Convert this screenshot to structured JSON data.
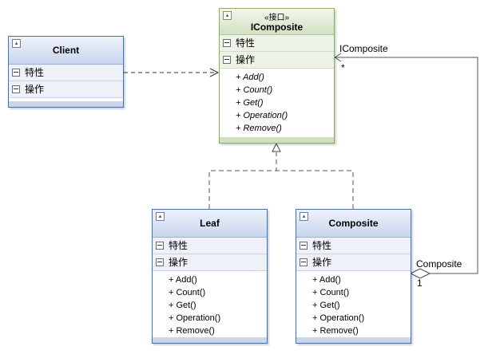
{
  "diagram": {
    "client": {
      "name": "Client",
      "sections": [
        "特性",
        "操作"
      ],
      "operations": []
    },
    "icomposite": {
      "stereotype": "«接口»",
      "name": "IComposite",
      "sections": [
        "特性",
        "操作"
      ],
      "operations": [
        "+ Add()",
        "+ Count()",
        "+ Get()",
        "+ Operation()",
        "+ Remove()"
      ]
    },
    "leaf": {
      "name": "Leaf",
      "sections": [
        "特性",
        "操作"
      ],
      "operations": [
        "+ Add()",
        "+ Count()",
        "+ Get()",
        "+ Operation()",
        "+ Remove()"
      ]
    },
    "composite": {
      "name": "Composite",
      "sections": [
        "特性",
        "操作"
      ],
      "operations": [
        "+ Add()",
        "+ Count()",
        "+ Get()",
        "+ Operation()",
        "+ Remove()"
      ]
    },
    "association": {
      "target_role": "IComposite",
      "target_multiplicity": "*",
      "source_role": "Composite",
      "source_multiplicity": "1"
    }
  }
}
